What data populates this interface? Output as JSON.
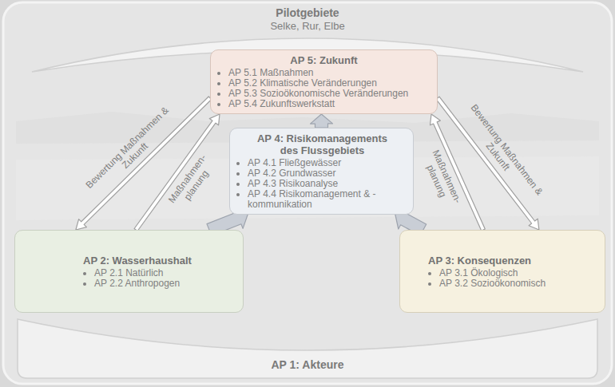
{
  "diagram": {
    "nodes": [
      {
        "text": [
          "Pilotgebiete",
          "Selke, Rur, Elbe"
        ]
      },
      {
        "text": [
          "AP 5: Zukunft",
          "AP 5.1 Maßnahmen",
          "AP 5.2 Klimatische Veränderungen",
          "AP 5.3 Sozioökonomische Veränderungen",
          "AP 5.4 Zukunftswerkstatt"
        ]
      },
      {
        "text": [
          "AP 4: Risikomanagements des Flussgebiets",
          "AP 4.1 Fließgewässer",
          "AP 4.2 Grundwasser",
          "AP 4.3 Risikoanalyse",
          "AP 4.4 Risikomanagement & -kommunikation"
        ]
      },
      {
        "text": [
          "AP 2: Wasserhaushalt",
          "AP 2.1 Natürlich",
          "AP 2.2 Anthropogen"
        ]
      },
      {
        "text": [
          "AP 3: Konsequenzen",
          "AP 3.1 Ökologisch",
          "AP 3.2 Sozioökonomisch"
        ]
      },
      {
        "text": [
          "AP 1: Akteure"
        ]
      }
    ],
    "edges": [
      {
        "from": 1,
        "to": 3,
        "arrow": "to",
        "label": "Bewertung Maßnahmen & Zukunft"
      },
      {
        "from": 3,
        "to": 1,
        "arrow": "to",
        "label": "Maßnahmen- planung"
      },
      {
        "from": 1,
        "to": 4,
        "arrow": "to",
        "label": "Bewertung Maßnahmen & Zukunft"
      },
      {
        "from": 4,
        "to": 1,
        "arrow": "to",
        "label": "Maßnahmen- planung"
      },
      {
        "from": 2,
        "to": 1,
        "arrow": "to"
      },
      {
        "from": 3,
        "to": 2,
        "arrow": "to"
      },
      {
        "from": 4,
        "to": 2,
        "arrow": "to"
      }
    ]
  }
}
